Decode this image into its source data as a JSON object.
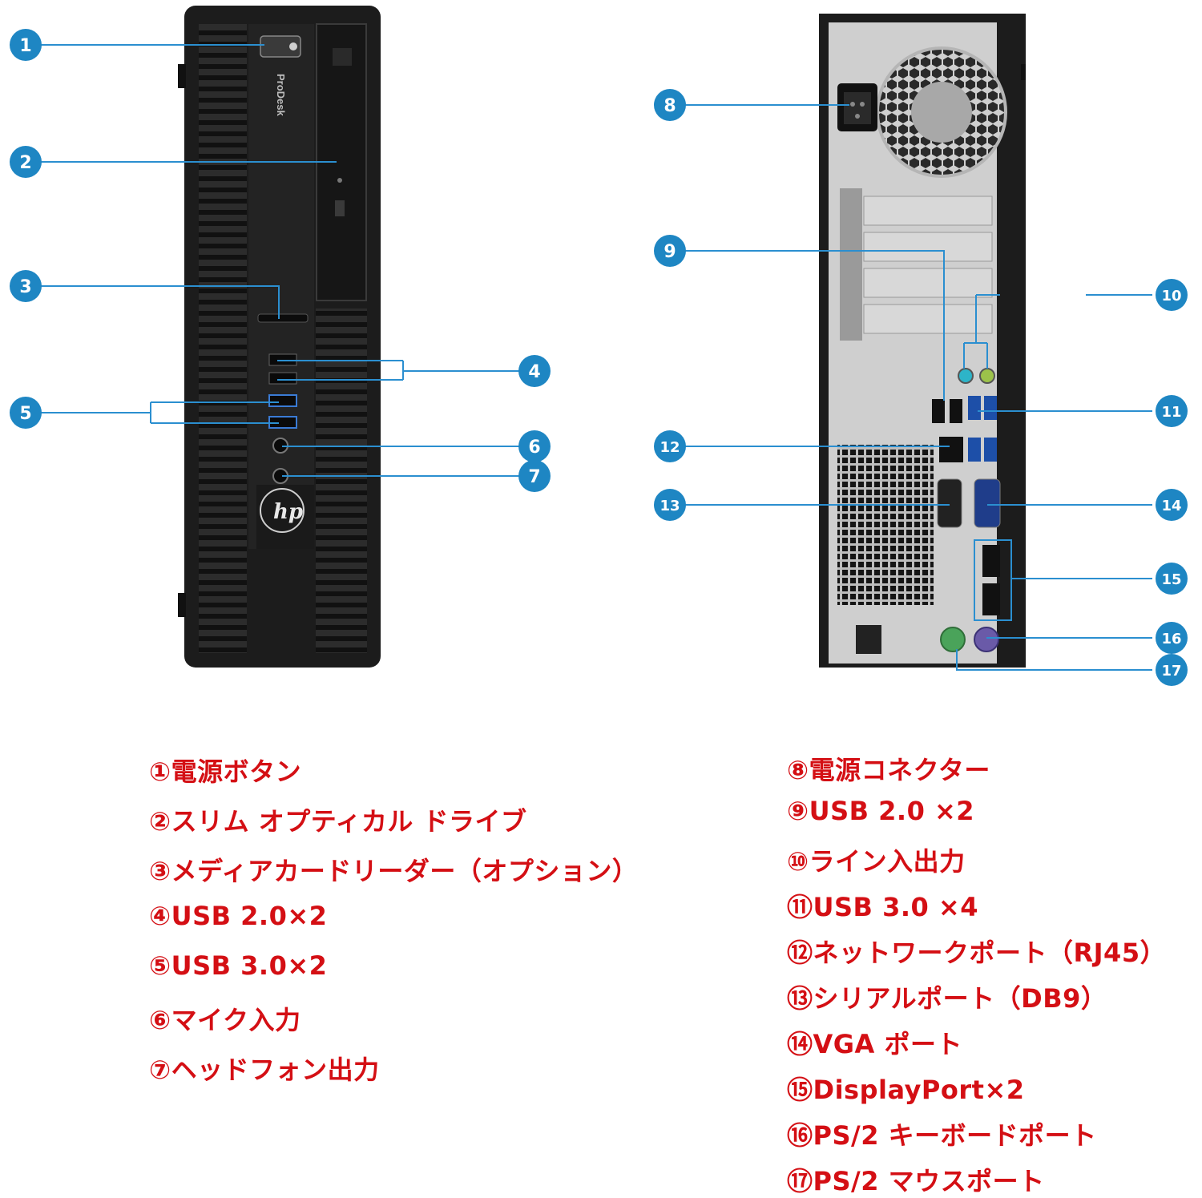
{
  "callouts": [
    "1",
    "2",
    "3",
    "4",
    "5",
    "6",
    "7",
    "8",
    "9",
    "10",
    "11",
    "12",
    "13",
    "14",
    "15",
    "16",
    "17"
  ],
  "front_panel": {
    "brand_label": "ProDesk",
    "logo": "hp"
  },
  "legend": {
    "front": [
      "①電源ボタン",
      "②スリム オプティカル ドライブ",
      "③メディアカードリーダー（オプション）",
      "④USB 2.0×2",
      "⑤USB 3.0×2",
      "⑥マイク入力",
      "⑦ヘッドフォン出力"
    ],
    "rear": [
      "⑧電源コネクター",
      "⑨USB 2.0 ×2",
      "⑩ライン入出力",
      "⑪USB 3.0 ×4",
      "⑫ネットワークポート（RJ45）",
      "⑬シリアルポート（DB9）",
      "⑭VGA ポート",
      "⑮DisplayPort×2",
      "⑯PS/2 キーボードポート",
      "⑰PS/2 マウスポート"
    ]
  },
  "colors": {
    "callout_badge": "#1e86c3",
    "leader_line": "#2b8fd0",
    "legend_text": "#d40f14",
    "chassis": "#1c1c1c",
    "rear_panel": "#cfcfcf"
  }
}
